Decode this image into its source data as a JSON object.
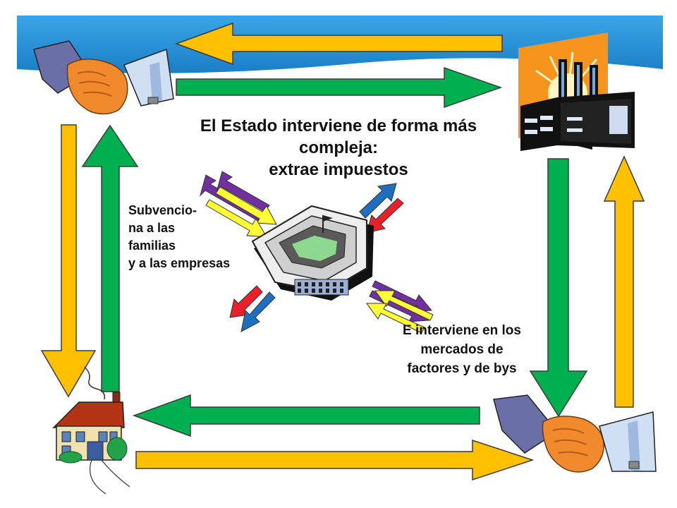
{
  "slide": {
    "title_lines": [
      "El Estado interviene de forma más",
      "compleja:",
      "extrae impuestos"
    ],
    "left_text_lines": [
      "Subvencio-",
      "na a las",
      "familias",
      "y a las empresas"
    ],
    "right_text_lines": [
      "E interviene en los",
      "mercados de",
      "factores y de bys"
    ]
  },
  "colors": {
    "banner": "#1f8fd6",
    "flow_yellow": "#ffc000",
    "flow_green": "#00b050",
    "outline": "#3a3a3a",
    "purple": "#7030a0",
    "yellow_small": "#ffff33",
    "blue_small": "#1f6fc0",
    "red_small": "#e8202a",
    "factory_sun": "#f7941d"
  },
  "icons": [
    "handshake-icon",
    "factory-icon",
    "house-icon",
    "government-building-icon"
  ]
}
